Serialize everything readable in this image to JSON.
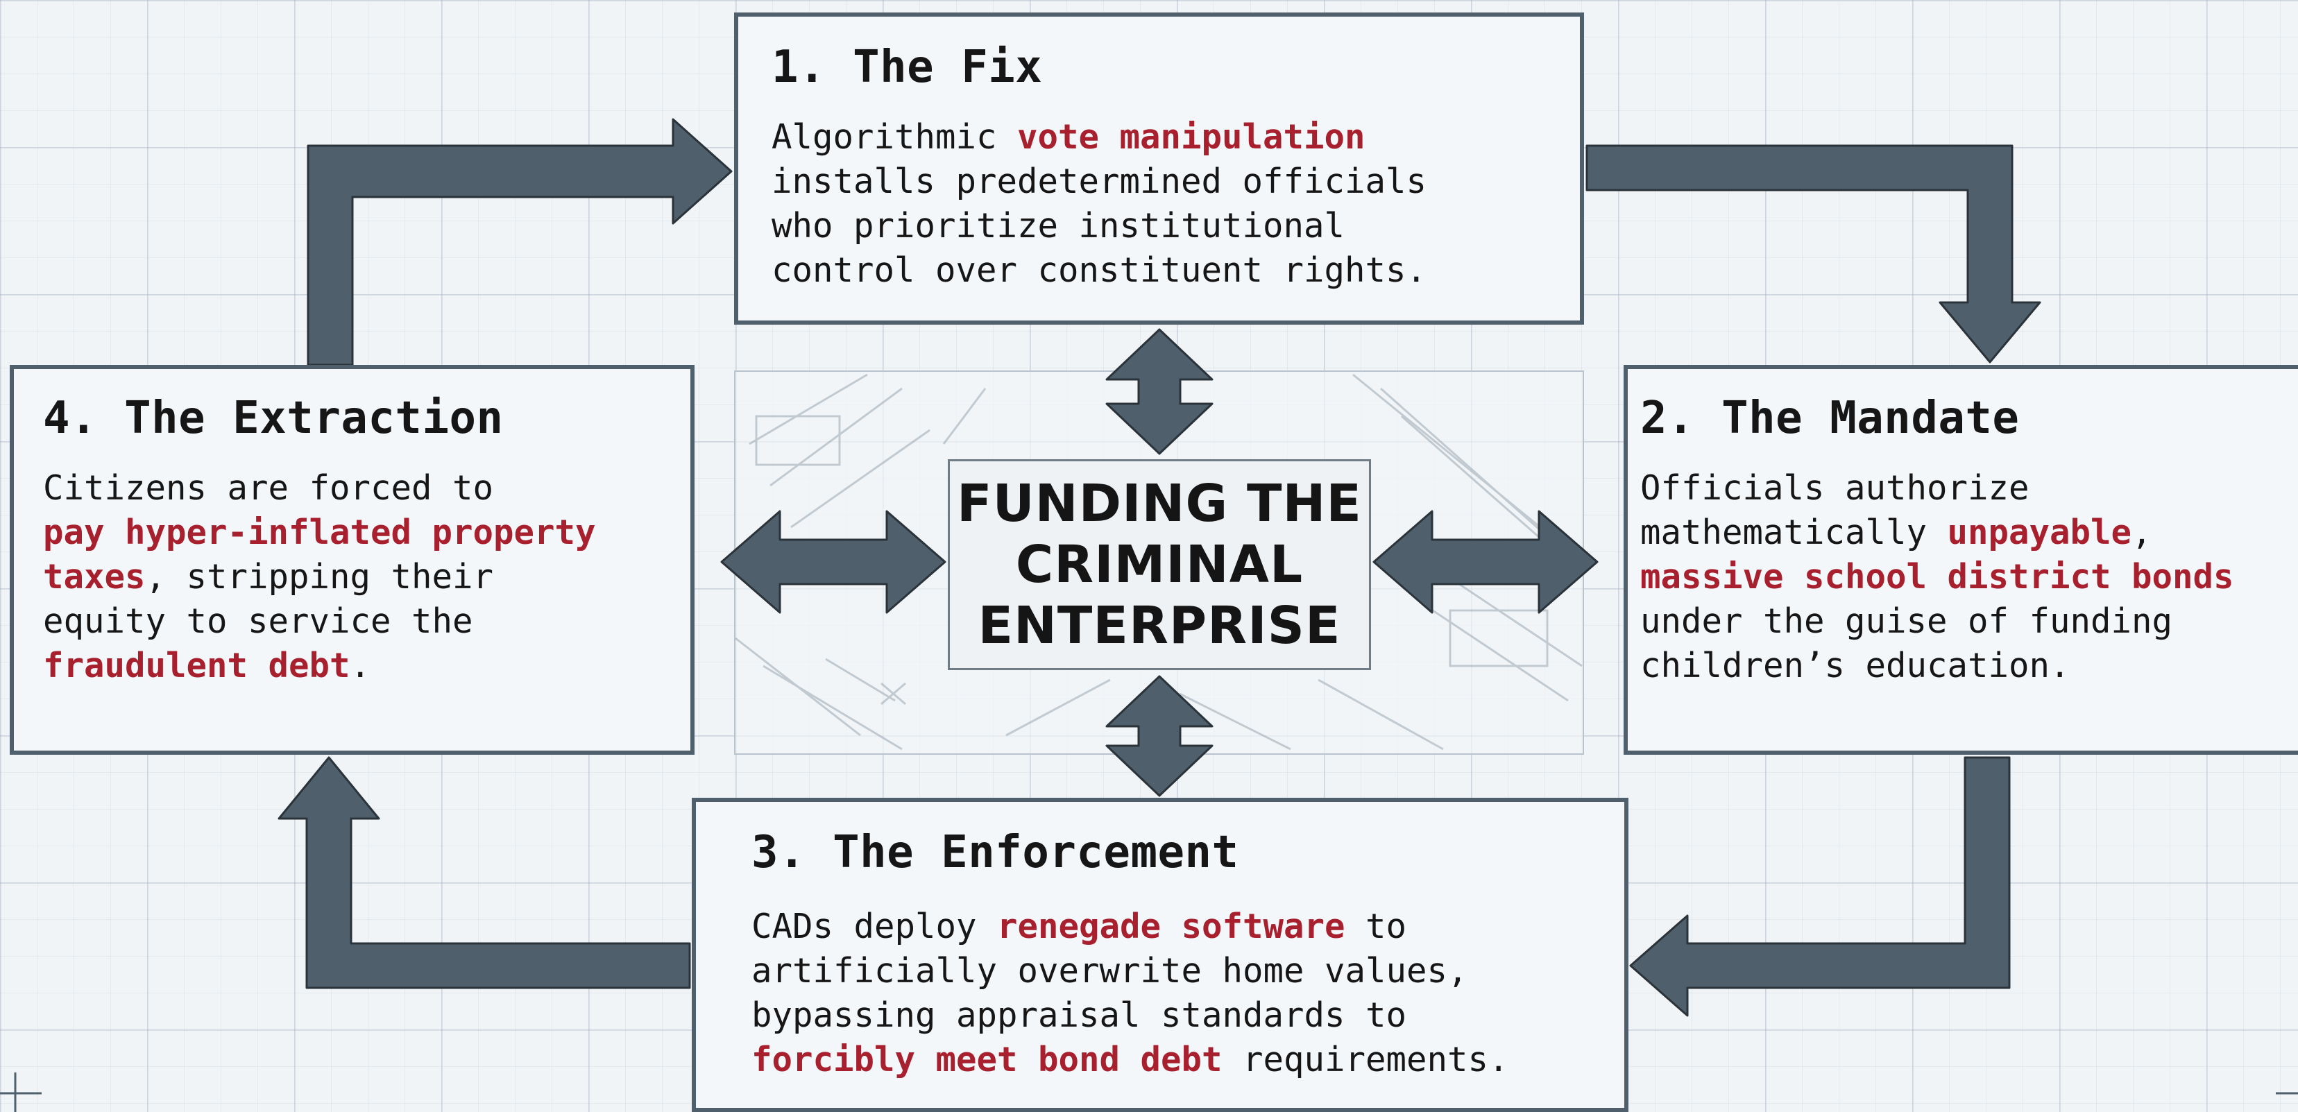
{
  "colors": {
    "arrow_fill": "#4f5f6b",
    "box_border": "#4f5f6b",
    "highlight": "#a8202e",
    "background": "#f1f4f7",
    "text": "#161616"
  },
  "center": {
    "title": "FUNDING THE\nCRIMINAL\nENTERPRISE"
  },
  "steps": [
    {
      "title": "1. The Fix",
      "lines": [
        [
          {
            "t": "Algorithmic "
          },
          {
            "t": "vote manipulation",
            "hl": true
          }
        ],
        [
          {
            "t": "installs predetermined officials"
          }
        ],
        [
          {
            "t": "who prioritize institutional"
          }
        ],
        [
          {
            "t": "control over constituent rights."
          }
        ]
      ]
    },
    {
      "title": "2. The Mandate",
      "lines": [
        [
          {
            "t": "Officials authorize"
          }
        ],
        [
          {
            "t": "mathematically "
          },
          {
            "t": "unpayable",
            "hl": true
          },
          {
            "t": ","
          }
        ],
        [
          {
            "t": "massive school district bonds",
            "hl": true
          }
        ],
        [
          {
            "t": "under the guise of funding"
          }
        ],
        [
          {
            "t": "children’s education."
          }
        ]
      ]
    },
    {
      "title": "3. The Enforcement",
      "lines": [
        [
          {
            "t": "CADs deploy "
          },
          {
            "t": "renegade software",
            "hl": true
          },
          {
            "t": " to"
          }
        ],
        [
          {
            "t": "artificially overwrite home values,"
          }
        ],
        [
          {
            "t": "bypassing appraisal standards to"
          }
        ],
        [
          {
            "t": "forcibly meet bond debt",
            "hl": true
          },
          {
            "t": " requirements."
          }
        ]
      ]
    },
    {
      "title": "4. The Extraction",
      "lines": [
        [
          {
            "t": "Citizens are forced to"
          }
        ],
        [
          {
            "t": "pay hyper-inflated property",
            "hl": true
          }
        ],
        [
          {
            "t": "taxes",
            "hl": true
          },
          {
            "t": ", stripping their"
          }
        ],
        [
          {
            "t": "equity to service the"
          }
        ],
        [
          {
            "t": "fraudulent debt",
            "hl": true
          },
          {
            "t": "."
          }
        ]
      ]
    }
  ]
}
